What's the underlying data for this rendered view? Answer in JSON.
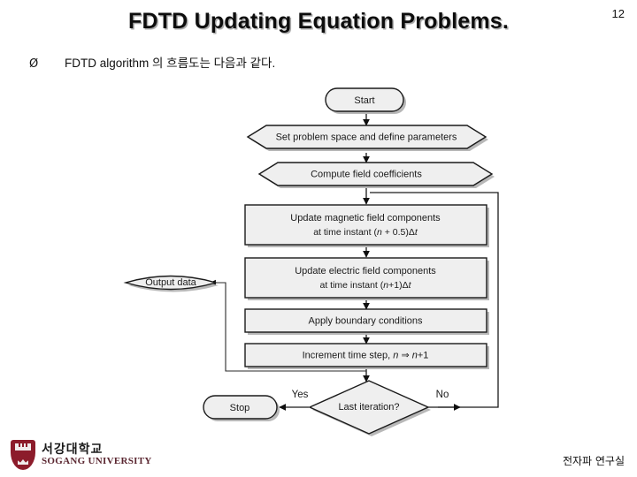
{
  "slide": {
    "title": "FDTD Updating Equation Problems.",
    "page_number": "12",
    "bullet_marker": "Ø",
    "bullet_text": "FDTD algorithm 의 흐름도는 다음과 같다."
  },
  "flowchart": {
    "nodes": {
      "start": {
        "label": "Start",
        "shape": "terminator"
      },
      "set_problem": {
        "label": "Set problem space and define parameters",
        "shape": "hexagon"
      },
      "compute_coeff": {
        "label": "Compute field coefficients",
        "shape": "hexagon"
      },
      "update_magnetic": {
        "shape": "process",
        "line1": "Update magnetic field components",
        "line2_pre": "at time instant (",
        "line2_var": "n",
        "line2_mid": " + 0.5)",
        "line2_delta": "Δ",
        "line2_t": "t"
      },
      "update_electric": {
        "shape": "process",
        "line1": "Update electric field components",
        "line2_pre": "at time instant (",
        "line2_var": "n",
        "line2_mid": "+1)",
        "line2_delta": "Δ",
        "line2_t": "t"
      },
      "boundary": {
        "label": "Apply boundary conditions",
        "shape": "process"
      },
      "increment": {
        "shape": "process",
        "pre": "Increment time step, ",
        "var1": "n",
        "arrow": " ⇒ ",
        "var2": "n",
        "post": "+1"
      },
      "last_iteration": {
        "label": "Last iteration?",
        "shape": "decision"
      },
      "stop": {
        "label": "Stop",
        "shape": "terminator"
      },
      "output_data": {
        "label": "Output data",
        "shape": "lens"
      }
    },
    "edge_labels": {
      "yes": "Yes",
      "no": "No"
    }
  },
  "footer": {
    "logo_korean": "서강대학교",
    "logo_english": "SOGANG UNIVERSITY",
    "lab_name": "전자파 연구실",
    "logo_color": "#8c1c2b"
  }
}
